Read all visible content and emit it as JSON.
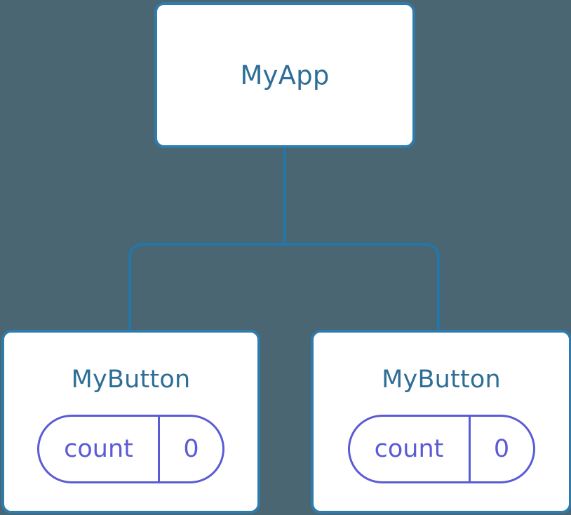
{
  "diagram": {
    "type": "component-tree",
    "background_color": "#4a6672",
    "node_border_color": "#2e7bac",
    "node_fill_color": "#ffffff",
    "node_label_color": "#2e6e96",
    "state_accent_color": "#5b5bd6",
    "connector_color": "#2477a8",
    "root": {
      "label": "MyApp"
    },
    "children": [
      {
        "label": "MyButton",
        "state": {
          "key": "count",
          "value": "0"
        }
      },
      {
        "label": "MyButton",
        "state": {
          "key": "count",
          "value": "0"
        }
      }
    ]
  }
}
